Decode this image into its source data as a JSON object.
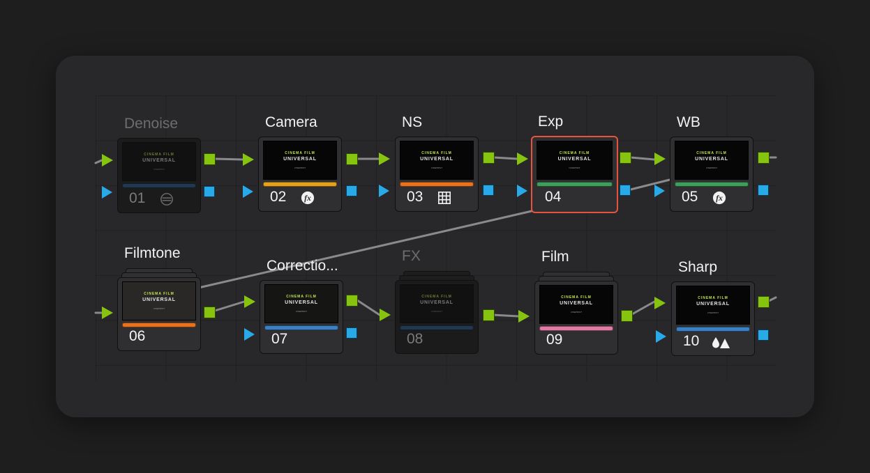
{
  "thumbnail": {
    "brand": "CINEMA FILM",
    "title": "UNIVERSAL",
    "tag": "CINEPRINT"
  },
  "colors": {
    "main_port": "#86c40f",
    "alpha_port": "#28a9e8",
    "selected_outline": "#e8533f",
    "wire": "#8a8a8c",
    "bar_blue": "#3b7fc4",
    "bar_orange": "#e98a1e",
    "bar_green": "#3e9e5c",
    "bar_pink": "#e37aa5",
    "bar_dark": "#21384f",
    "bar_yellow": "#e6a21e"
  },
  "nodes": [
    {
      "id": "01",
      "title": "Denoise",
      "state": "disabled",
      "bar": "#21384f",
      "icon": "disabled-icon"
    },
    {
      "id": "02",
      "title": "Camera",
      "state": "normal",
      "bar": "#e6a21e",
      "icon": "fx-icon"
    },
    {
      "id": "03",
      "title": "NS",
      "state": "normal",
      "bar": "#e9721e",
      "icon": "grid-icon"
    },
    {
      "id": "04",
      "title": "Exp",
      "state": "selected",
      "bar": "#3e9e5c",
      "icon": ""
    },
    {
      "id": "05",
      "title": "WB",
      "state": "normal",
      "bar": "#3e9e5c",
      "icon": "fx-icon"
    },
    {
      "id": "06",
      "title": "Filmtone",
      "state": "compound",
      "bar": "#e9721e",
      "icon": ""
    },
    {
      "id": "07",
      "title": "Correctio...",
      "state": "normal",
      "bar": "#3b7fc4",
      "icon": ""
    },
    {
      "id": "08",
      "title": "FX",
      "state": "compound-disabled",
      "bar": "#21384f",
      "icon": ""
    },
    {
      "id": "09",
      "title": "Film",
      "state": "compound",
      "bar": "#e37aa5",
      "icon": ""
    },
    {
      "id": "10",
      "title": "Sharp",
      "state": "normal",
      "bar": "#3b7fc4",
      "icon": "drop-triangle-icon"
    }
  ]
}
